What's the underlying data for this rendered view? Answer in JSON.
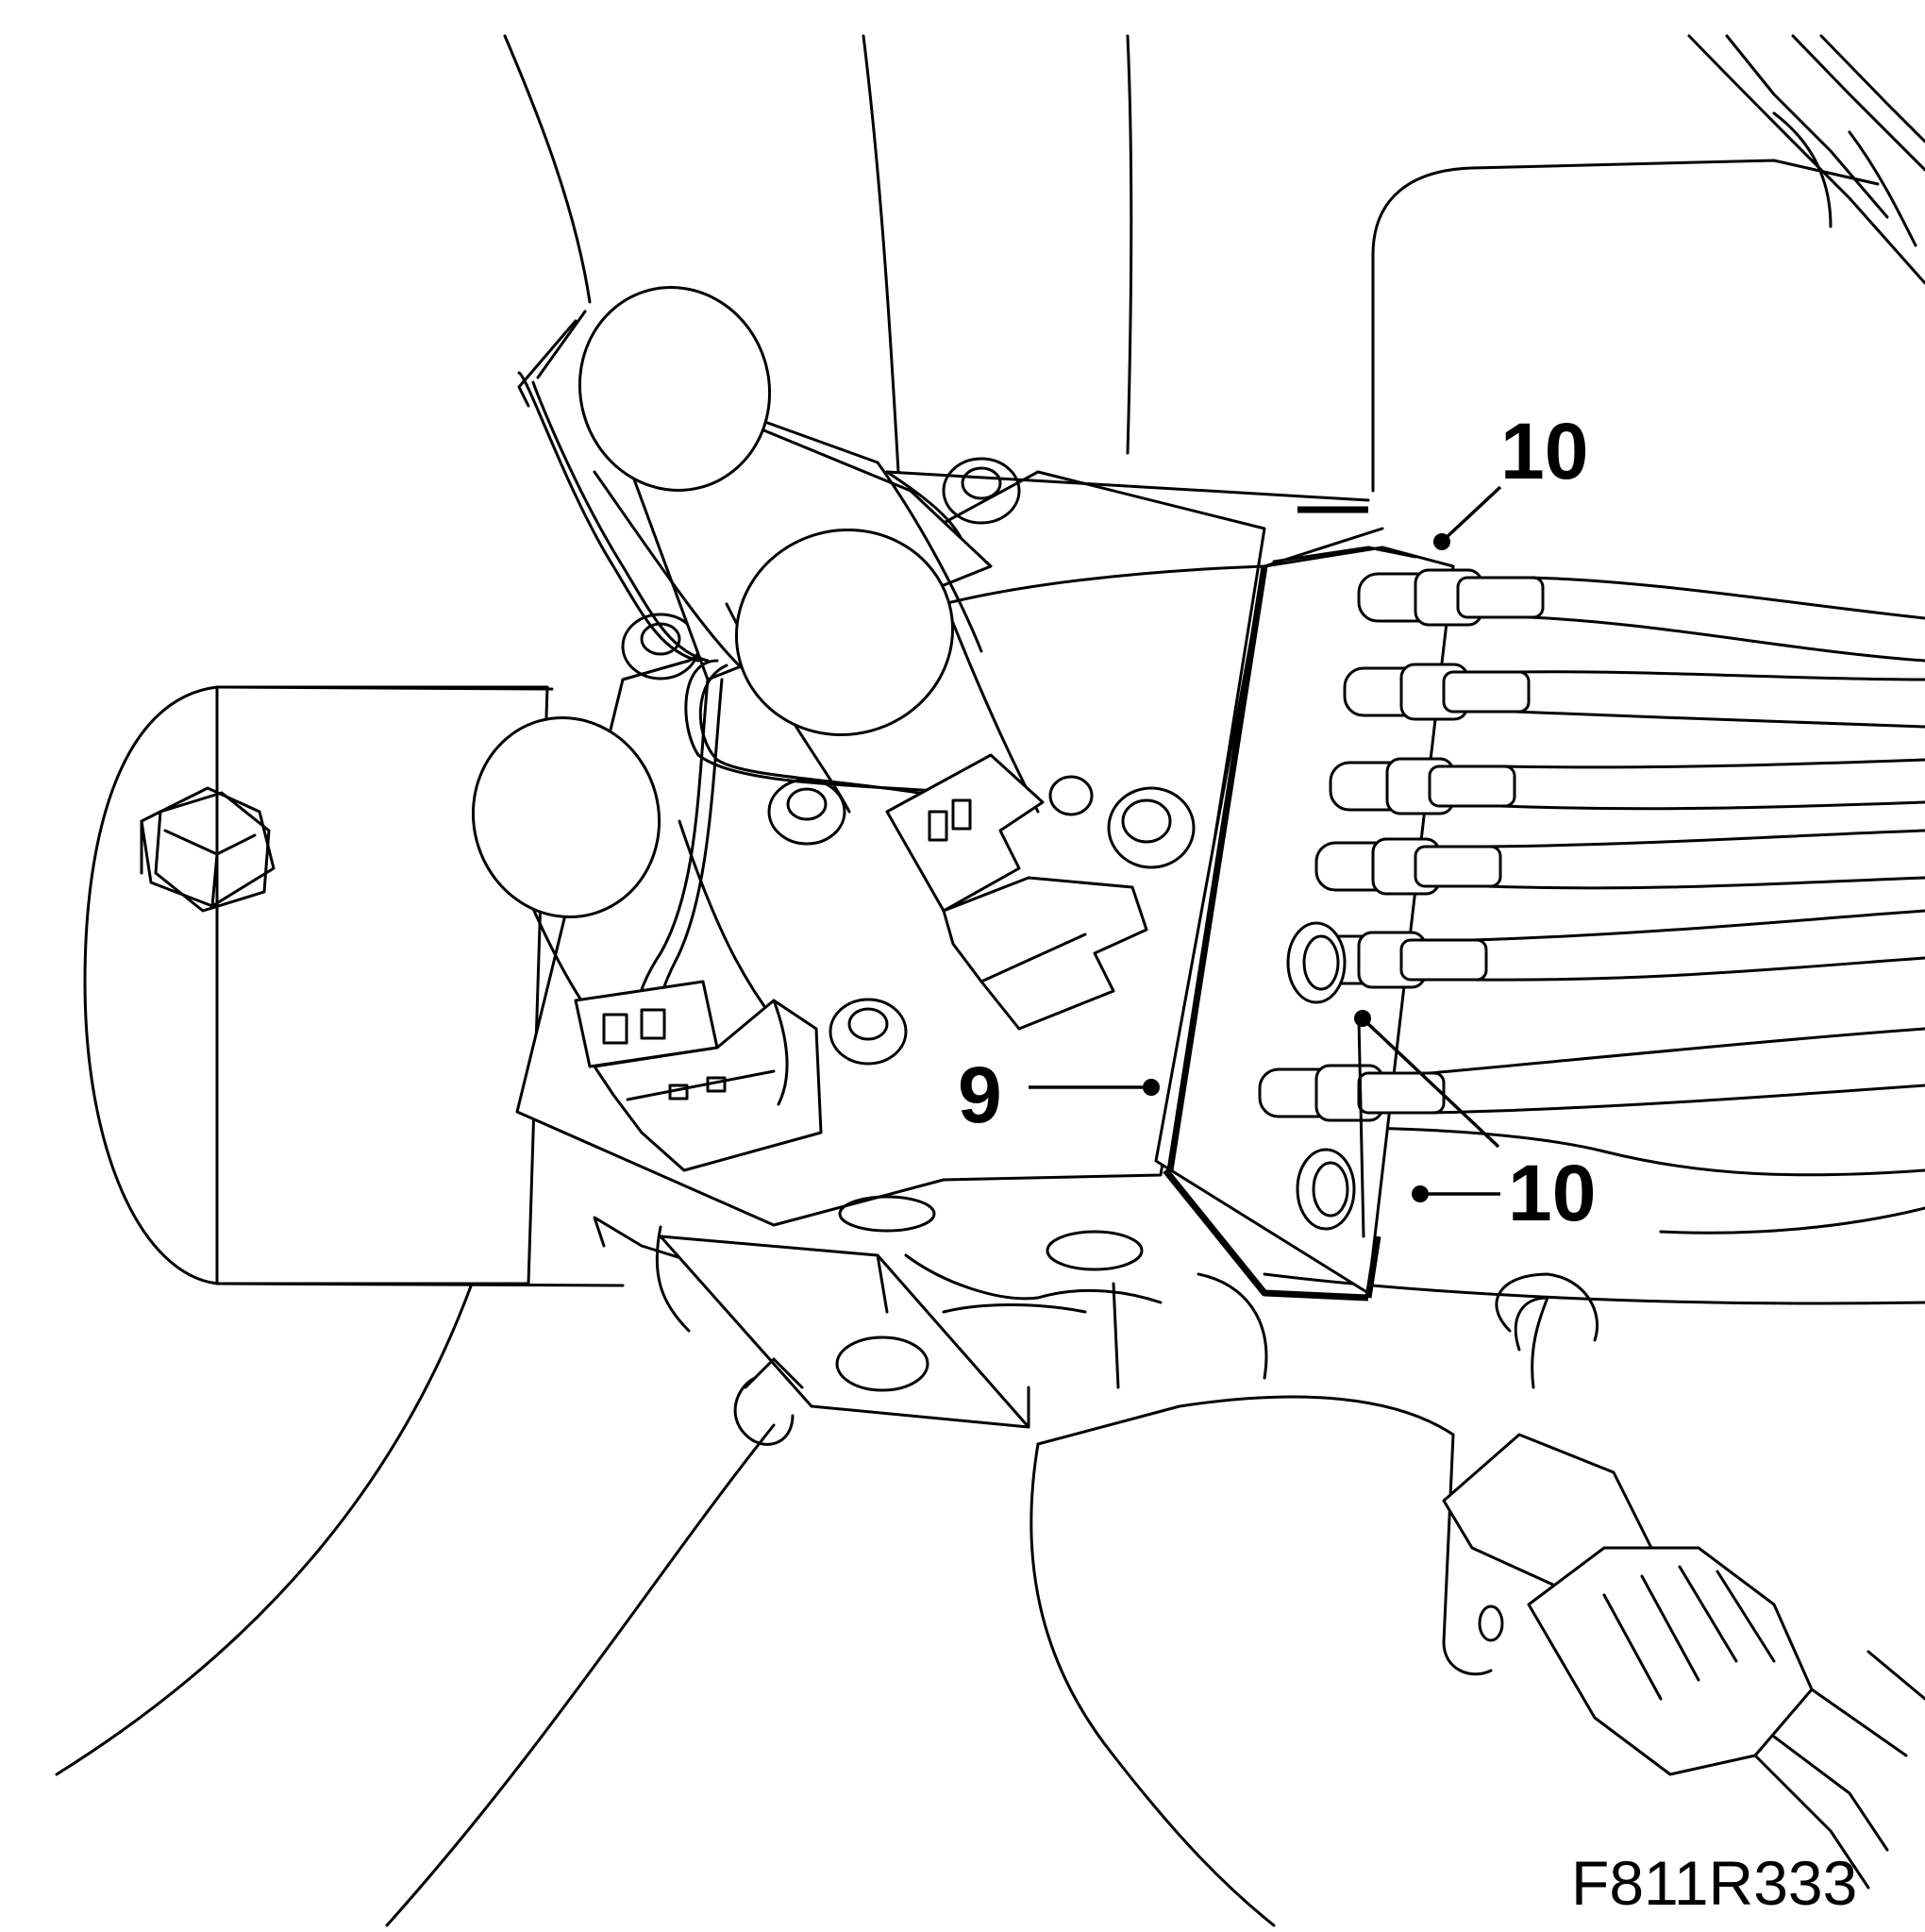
{
  "callouts": {
    "part_9": "9",
    "part_10_top": "10",
    "part_10_bottom": "10"
  },
  "figure_code": "F811R333",
  "colors": {
    "line": "#000000",
    "background": "#ffffff"
  }
}
